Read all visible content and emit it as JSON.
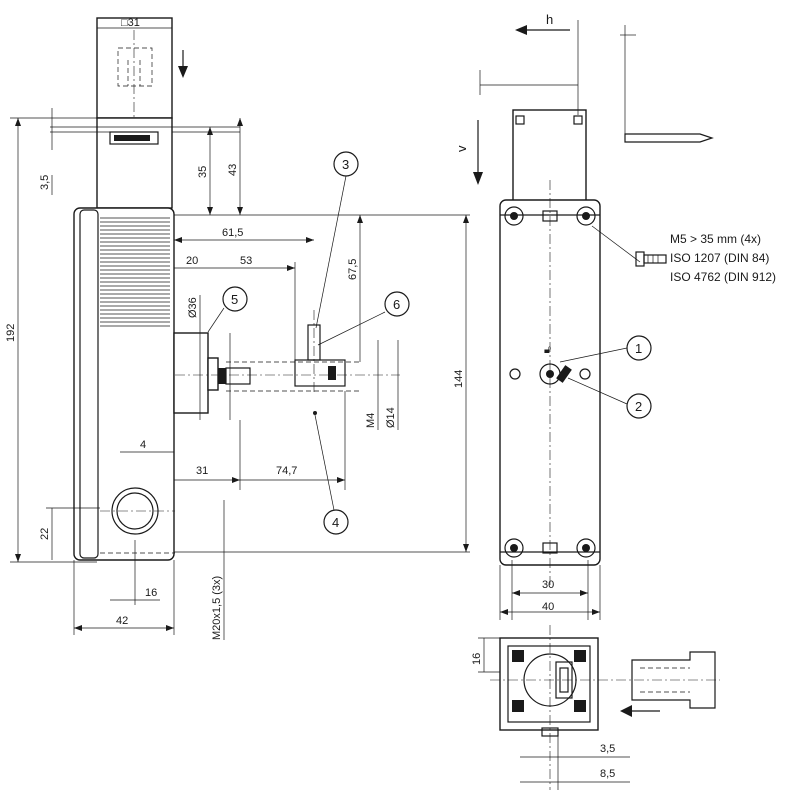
{
  "dimensions": {
    "top_width": "□31",
    "d_3_5": "3,5",
    "d_35": "35",
    "d_43": "43",
    "d_192": "192",
    "d_61_5": "61,5",
    "d_67_5": "67,5",
    "d_20": "20",
    "d_53": "53",
    "d_36": "Ø36",
    "d_144": "144",
    "d_m4": "M4",
    "d_14": "Ø14",
    "d_4": "4",
    "d_31": "31",
    "d_74_7": "74,7",
    "d_22": "22",
    "d_16_left": "16",
    "d_42": "42",
    "d_m20": "M20x1,5 (3x)",
    "d_30": "30",
    "d_40": "40",
    "d_16_bottom": "16",
    "d_3_5_bottom": "3,5",
    "d_8_5": "8,5",
    "h_label": "h",
    "v_label": "v"
  },
  "screw_spec": {
    "line1": "M5 > 35 mm (4x)",
    "line2": "ISO 1207 (DIN 84)",
    "line3": "ISO 4762 (DIN 912)"
  },
  "callouts": [
    "1",
    "2",
    "3",
    "4",
    "5",
    "6"
  ]
}
